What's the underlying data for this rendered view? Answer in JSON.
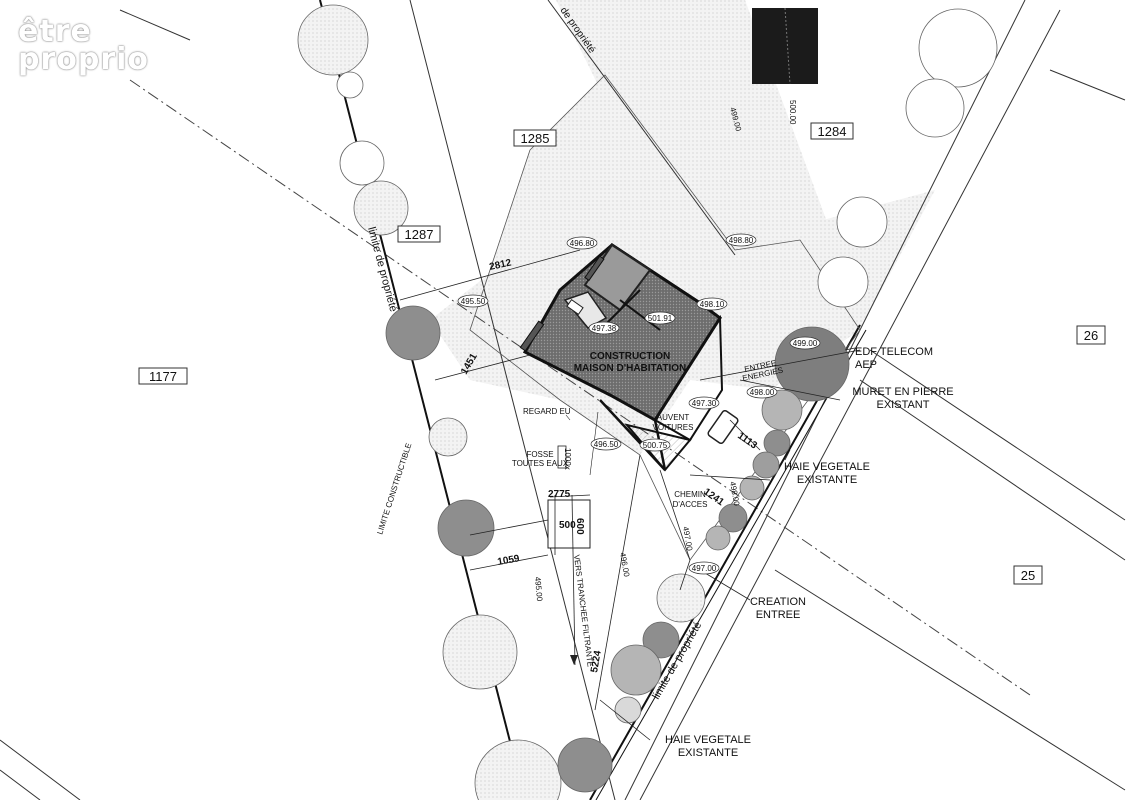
{
  "watermark": {
    "line1": "être",
    "line2": "proprio"
  },
  "parcels": [
    {
      "id": "p1285",
      "label": "1285"
    },
    {
      "id": "p1284",
      "label": "1284"
    },
    {
      "id": "p1287",
      "label": "1287"
    },
    {
      "id": "p1177",
      "label": "1177"
    },
    {
      "id": "p26",
      "label": "26"
    },
    {
      "id": "p25",
      "label": "25"
    }
  ],
  "property_limit": {
    "label": "limite de propriété",
    "top_label": "de propriété"
  },
  "buildable_limit": {
    "label": "LIMITE CONSTRUCTIBLE"
  },
  "house": {
    "line1": "CONSTRUCTION",
    "line2": "MAISON D'HABITATION"
  },
  "carport": {
    "line1": "AUVENT",
    "line2": "VOITURES"
  },
  "annotations": {
    "edf_line1": "EDF TELECOM",
    "edf_line2": "AEP",
    "muret_line1": "MURET EN PIERRE",
    "muret_line2": "EXISTANT",
    "haie1_line1": "HAIE VEGETALE",
    "haie1_line2": "EXISTANTE",
    "creation_line1": "CREATION",
    "creation_line2": "ENTREE",
    "haie2_line1": "HAIE VEGETALE",
    "haie2_line2": "EXISTANTE",
    "entree_line1": "ENTREE",
    "entree_line2": "ENERGIES",
    "chemin_line1": "CHEMIN",
    "chemin_line2": "D'ACCES",
    "regard": "REGARD EU",
    "fosse_line1": "FOSSE",
    "fosse_line2": "TOUTES EAUX",
    "fosse_size": "1000x",
    "tranchee": "VERS TRANCHEE FILTRANTE"
  },
  "levels": [
    "496.80",
    "498.10",
    "498.80",
    "495.50",
    "497.38",
    "501.91",
    "497.30",
    "498.00",
    "499.00",
    "496.50",
    "500.75",
    "497.00"
  ],
  "contours": [
    "500.00",
    "499.00",
    "498.00",
    "497.00",
    "496.00",
    "495.00"
  ],
  "dimensions": [
    "2812",
    "1451",
    "1113",
    "1241",
    "2775",
    "500",
    "600",
    "1059",
    "5224"
  ]
}
